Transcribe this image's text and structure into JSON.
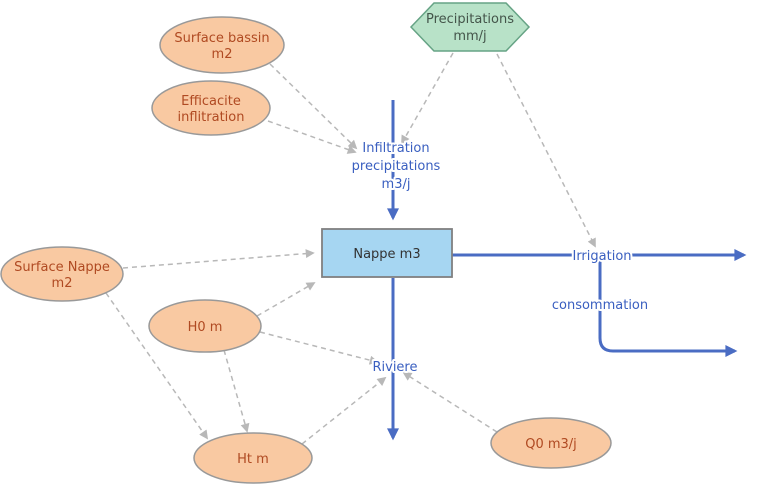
{
  "diagram": {
    "variables": {
      "surface_bassin": {
        "line1": "Surface bassin",
        "line2": "m2"
      },
      "efficacite": {
        "line1": "Efficacite",
        "line2": "inflitration"
      },
      "surface_nappe": {
        "line1": "Surface Nappe",
        "line2": "m2"
      },
      "h0": {
        "label": "H0 m"
      },
      "ht": {
        "label": "Ht m"
      },
      "q0": {
        "label": "Q0 m3/j"
      }
    },
    "converter": {
      "precipitations": {
        "line1": "Precipitations",
        "line2": "mm/j"
      }
    },
    "stock": {
      "nappe": {
        "label": "Nappe m3"
      }
    },
    "flows": {
      "infiltration": {
        "line1": "Infiltration",
        "line2": "precipitations",
        "line3": "m3/j"
      },
      "irrigation": {
        "label": "Irrigation"
      },
      "consommation": {
        "label": "consommation"
      },
      "riviere": {
        "label": "Riviere"
      }
    },
    "colors": {
      "variable_fill": "#f9c9a2",
      "variable_stroke": "#999999",
      "variable_text": "#b04a22",
      "converter_fill": "#b8e2c8",
      "converter_stroke": "#66a385",
      "stock_fill": "#a6d6f2",
      "stock_stroke": "#808080",
      "flow_color": "#4a6cc3",
      "flow_text_color": "#3a5fc0",
      "link_color": "#b8b8b8"
    }
  }
}
